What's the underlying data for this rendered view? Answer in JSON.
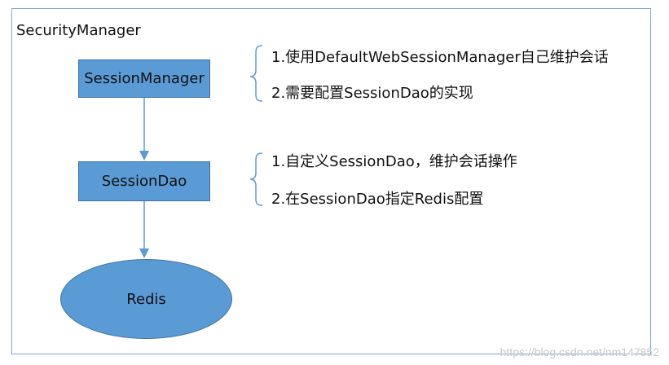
{
  "diagram": {
    "container_title": "SecurityManager",
    "nodes": {
      "session_manager": "SessionManager",
      "session_dao": "SessionDao",
      "redis": "Redis"
    },
    "notes": {
      "session_manager": [
        "1.使用DefaultWebSessionManager自己维护会话",
        "2.需要配置SessionDao的实现"
      ],
      "session_dao": [
        "1.自定义SessionDao，维护会话操作",
        "2.在SessionDao指定Redis配置"
      ]
    },
    "colors": {
      "node_fill": "#5b9bd5",
      "node_border": "#41719c",
      "frame_border": "#7ea6d8",
      "connector": "#5b9bd5"
    }
  },
  "watermark": "https://blog.csdn.net/nm147852"
}
